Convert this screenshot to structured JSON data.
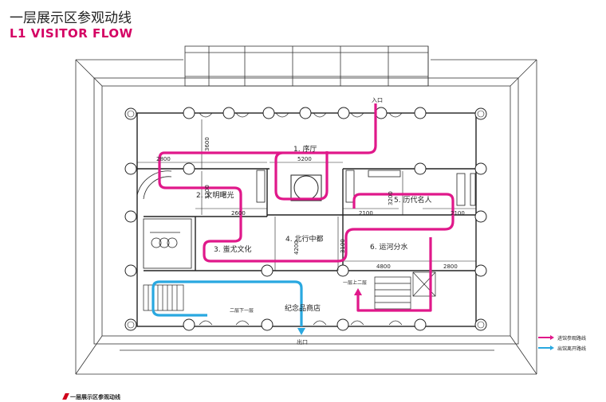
{
  "title": {
    "cn": "一层展示区参观动线",
    "en": "L1 VISITOR FLOW"
  },
  "caption": "一层展示区参观动线",
  "entrance_label": "入口",
  "exit_label": "出口",
  "rooms": {
    "hall": "1. 序厅",
    "r2": "2. 文明曙光",
    "r3": "3. 蚩尤文化",
    "r4": "4. 北行中都",
    "r5": "5. 历代名人",
    "r6": "6. 运河分水",
    "shop": "纪念品商店"
  },
  "stairs": {
    "up": "一层上二层",
    "down": "二层下一层"
  },
  "dimensions": {
    "d5200": "5200",
    "d2800a": "2800",
    "d2600": "2600",
    "d2100a": "2100",
    "d2100b": "2100",
    "d4800": "4800",
    "d2800b": "2800",
    "v3600": "3600",
    "v3200": "3200",
    "v4200": "4200",
    "v3100": "3100",
    "v3200b": "3200"
  },
  "legend": [
    {
      "label": "进馆参观路线",
      "color": "#e0188a"
    },
    {
      "label": "出馆离开路线",
      "color": "#29a8e0"
    }
  ],
  "colors": {
    "entry_route": "#e0188a",
    "exit_route": "#29a8e0",
    "title_en": "#d40063"
  }
}
